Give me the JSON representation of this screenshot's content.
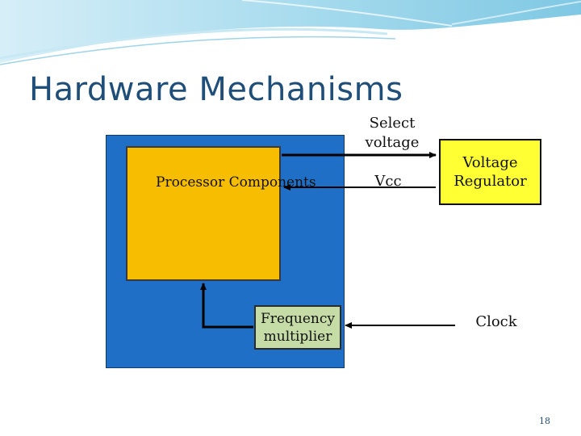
{
  "slide": {
    "title": "Hardware Mechanisms",
    "page_number": "18"
  },
  "diagram": {
    "processor_label": "Processor Components",
    "frequency_multiplier_label": "Frequency multiplier",
    "voltage_regulator_label": "Voltage Regulator",
    "select_voltage_label": "Select voltage",
    "vcc_label": "Vcc",
    "clock_label": "Clock"
  },
  "colors": {
    "chip_blue": "#1f6fc6",
    "processor_orange": "#f7bd00",
    "multiplier_green": "#c6dca6",
    "regulator_yellow": "#ffff33",
    "title_blue": "#1f4e79"
  }
}
